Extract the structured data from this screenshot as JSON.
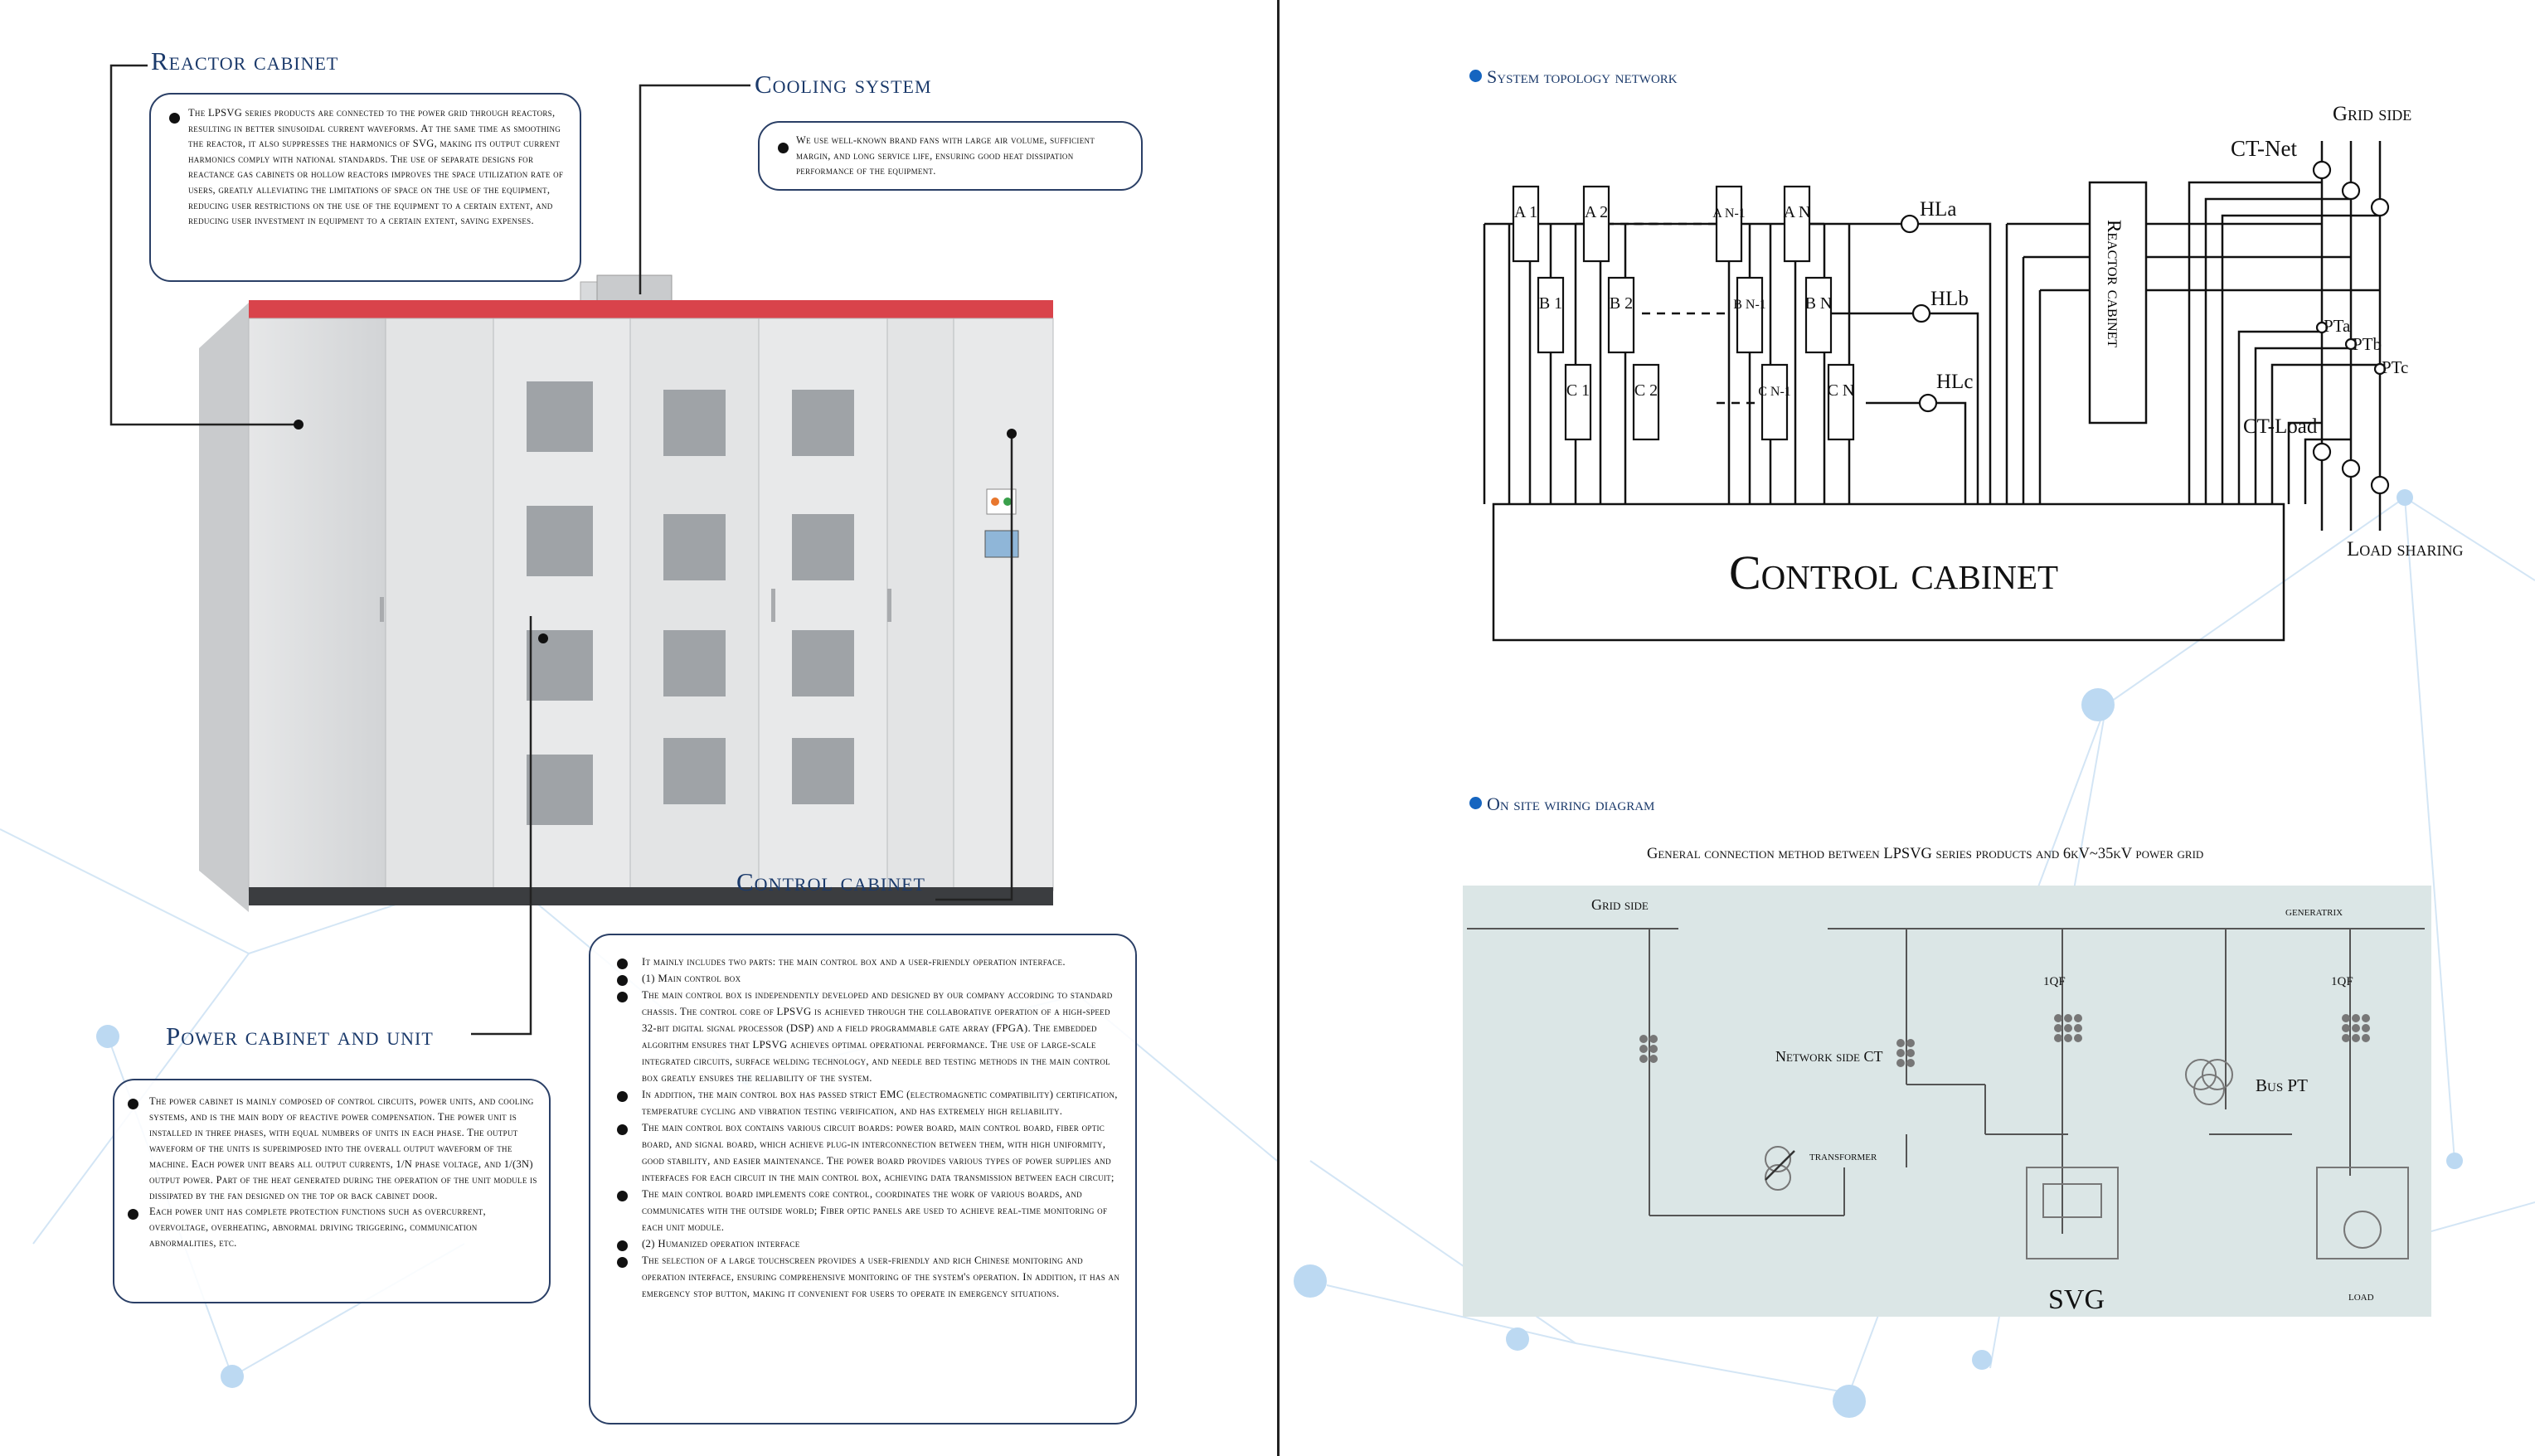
{
  "left": {
    "reactor": {
      "title": "Reactor cabinet",
      "text": "The LPSVG series products are connected to the power grid through reactors, resulting in better sinusoidal current waveforms. At the same time as smoothing the reactor, it also suppresses the harmonics of SVG, making its output current harmonics comply with national standards. The use of separate designs for reactance gas cabinets or hollow reactors improves the space utilization rate of users, greatly alleviating the limitations of space on the use of the equipment, reducing user restrictions on the use of the equipment to a certain extent, and reducing user investment in equipment to a certain extent, saving expenses."
    },
    "cooling": {
      "title": "Cooling system",
      "text": "We use well-known brand fans with large air volume, sufficient margin, and long service life, ensuring good heat dissipation performance of the equipment."
    },
    "control_label": "Control cabinet",
    "power": {
      "title": "Power cabinet and unit",
      "paras": [
        "The power cabinet is mainly composed of control circuits, power units, and cooling systems, and is the main body of reactive power compensation. The power unit is installed in three phases, with equal numbers of units in each phase. The output waveform of the units is superimposed into the overall output waveform of the machine. Each power unit bears all output currents, 1/N phase voltage, and 1/(3N) output power. Part of the heat generated during the operation of the unit module is dissipated by the fan designed on the top or back cabinet door.",
        "Each power unit has complete protection functions such as overcurrent, overvoltage, overheating, abnormal driving triggering, communication abnormalities, etc."
      ]
    },
    "control_box": {
      "paras": [
        "It mainly includes two parts: the main control box and a user-friendly operation interface.",
        "(1) Main control box",
        "The main control box is independently developed and designed by our company according to standard chassis. The control core of LPSVG is achieved through the collaborative operation of a high-speed 32-bit digital signal processor (DSP) and a field programmable gate array (FPGA). The embedded algorithm ensures that LPSVG achieves optimal operational performance. The use of large-scale integrated circuits, surface welding technology, and needle bed testing methods in the main control box greatly ensures the reliability of the system.",
        "In addition, the main control box has passed strict EMC (electromagnetic compatibility) certification, temperature cycling and vibration testing verification, and has extremely high reliability.",
        "The main control box contains various circuit boards: power board, main control board, fiber optic board, and signal board, which achieve plug-in interconnection between them, with high uniformity, good stability, and easier maintenance. The power board provides various types of power supplies and interfaces for each circuit in the main control box, achieving data transmission between each circuit;",
        "The main control board implements core control, coordinates the work of various boards, and communicates with the outside world; Fiber optic panels are used to achieve real-time monitoring of each unit module.",
        "(2) Humanized operation interface",
        "The selection of a large touchscreen provides a user-friendly and rich Chinese monitoring and operation interface, ensuring comprehensive monitoring of the system's operation. In addition, it has an emergency stop button, making it convenient for users to operate in emergency situations."
      ]
    }
  },
  "right": {
    "topology": {
      "heading": "System topology network",
      "grid_side": "Grid side",
      "ct_net": "CT-Net",
      "ct_load": "CT-Load",
      "load_sharing": "Load sharing",
      "reactor": "Reactor cabinet",
      "control": "Control cabinet",
      "hl": [
        "HLa",
        "HLb",
        "HLc"
      ],
      "pt": [
        "PTa",
        "PTb",
        "PTc"
      ],
      "units_a": [
        "A 1",
        "A 2",
        "A N-1",
        "A N"
      ],
      "units_b": [
        "B 1",
        "B 2",
        "B N-1",
        "B N"
      ],
      "units_c": [
        "C 1",
        "C 2",
        "C N-1",
        "C N"
      ]
    },
    "wiring": {
      "heading": "On site wiring diagram",
      "subtitle": "General connection method between LPSVG series products and 6kV~35kV power grid",
      "grid_side": "Grid side",
      "generatrix": "generatrix",
      "network_ct": "Network side CT",
      "transformer": "transformer",
      "bus_pt": "Bus PT",
      "svg": "SVG",
      "load": "load",
      "qf1": "1QF",
      "qf2": "1QF"
    }
  },
  "colors": {
    "accent": "#1b3a6b",
    "bullet_blue": "#1565c0",
    "cabinet_top": "#d9434b",
    "wiring_bg": "#dbe6e6"
  }
}
